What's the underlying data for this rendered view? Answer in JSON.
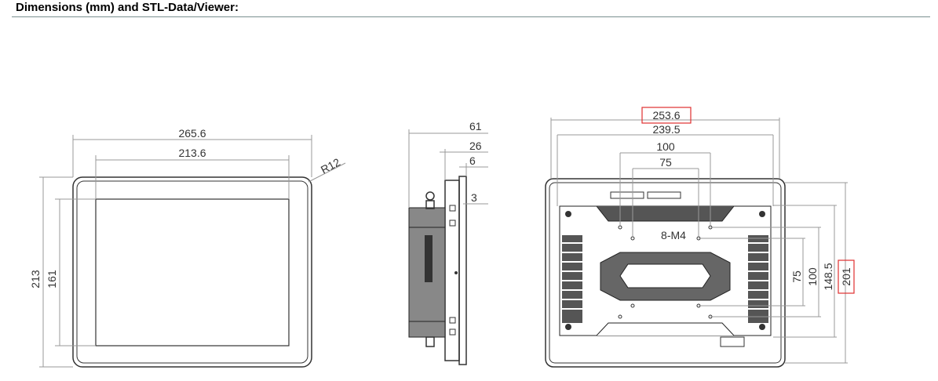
{
  "header": {
    "title": "Dimensions (mm) and STL-Data/Viewer:"
  },
  "front_view": {
    "width_outer": "265.6",
    "width_inner": "213.6",
    "radius": "R12",
    "height_outer": "213",
    "height_inner": "161"
  },
  "side_view": {
    "depth_total": "61",
    "depth_mid": "26",
    "depth_panel": "6",
    "depth_bezel": "3"
  },
  "rear_view": {
    "width_outer": "253.6",
    "width_cutout": "239.5",
    "vesa_w_100": "100",
    "vesa_w_75": "75",
    "screw_label": "8-M4",
    "vesa_h_75": "75",
    "vesa_h_100": "100",
    "height_cutout": "148.5",
    "height_outer": "201"
  },
  "colors": {
    "highlight_box": "#e03030",
    "header_rule": "#7a9090"
  }
}
